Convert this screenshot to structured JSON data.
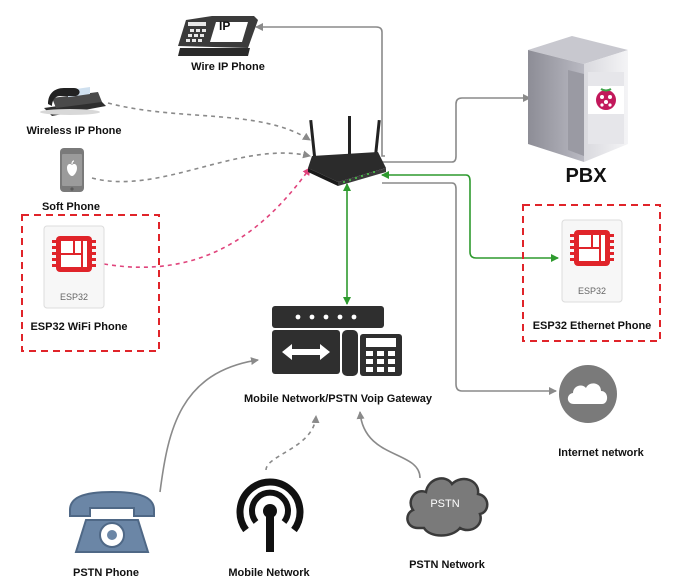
{
  "labels": {
    "wire_ip_phone": "Wire IP Phone",
    "wireless_ip_phone": "Wireless IP Phone",
    "soft_phone": "Soft Phone",
    "esp32_wifi_phone": "ESP32 WiFi Phone",
    "pbx": "PBX",
    "esp32_ethernet_phone": "ESP32 Ethernet Phone",
    "gateway": "Mobile Network/PSTN Voip Gateway",
    "internet_network": "Internet network",
    "pstn_phone": "PSTN Phone",
    "mobile_network": "Mobile Network",
    "pstn_network": "PSTN Network"
  },
  "icon_text": {
    "ip_badge": "IP",
    "esp32_chip_left": "ESP32",
    "esp32_chip_right": "ESP32",
    "pstn_cloud": "PSTN"
  },
  "colors": {
    "gray_link": "#8a8a8a",
    "green_link": "#2e9a2e",
    "pink_link": "#e0447c",
    "red_box": "#e0242a",
    "chip_red": "#e0242a",
    "dark_icon": "#3b3b3b",
    "phone_blue": "#6b86a6"
  }
}
